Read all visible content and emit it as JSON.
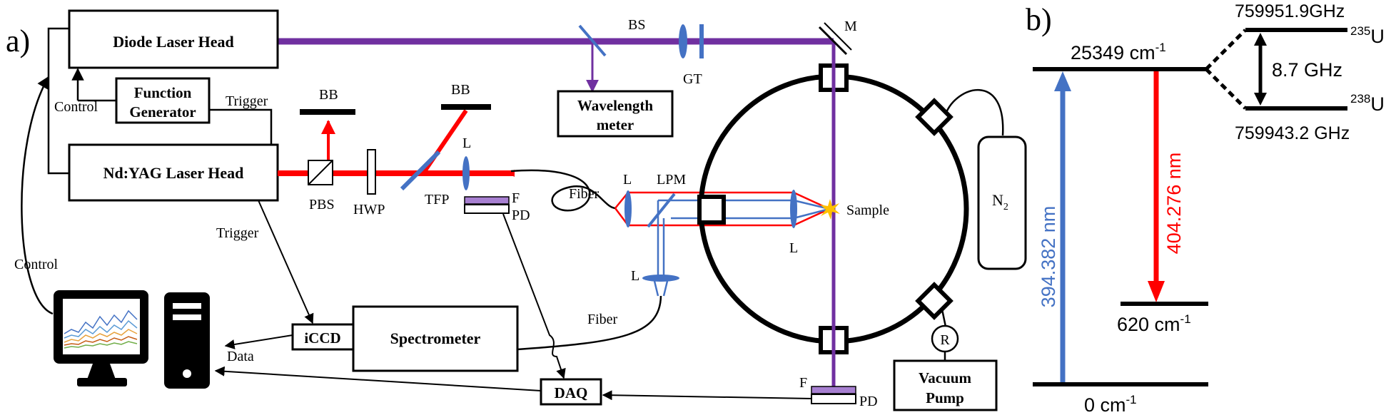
{
  "panel_a": {
    "label": "a)",
    "boxes": {
      "diode_laser": "Diode Laser Head",
      "function_generator_line1": "Function",
      "function_generator_line2": "Generator",
      "ndyag": "Nd:YAG Laser Head",
      "wavelength_meter_line1": "Wavelength",
      "wavelength_meter_line2": "meter",
      "iccd": "iCCD",
      "spectrometer": "Spectrometer",
      "daq": "DAQ",
      "vacuum_pump_line1": "Vacuum",
      "vacuum_pump_line2": "Pump",
      "n2": "N",
      "n2_sub": "2",
      "r": "R"
    },
    "labels": {
      "bs": "BS",
      "gt": "GT",
      "m": "M",
      "bb1": "BB",
      "bb2": "BB",
      "control_top": "Control",
      "trigger_top": "Trigger",
      "trigger_left": "Trigger",
      "control_left": "Control",
      "pbs": "PBS",
      "hwp": "HWP",
      "tfp": "TFP",
      "l_top": "L",
      "l_fiber": "L",
      "l_bottom": "L",
      "l_chamber": "L",
      "lpm": "LPM",
      "f_top": "F",
      "pd_top": "PD",
      "fiber_top": "Fiber",
      "fiber_bottom": "Fiber",
      "sample": "Sample",
      "data": "Data",
      "f_bottom": "F",
      "pd_bottom": "PD"
    },
    "colors": {
      "red_beam": "#ff0000",
      "purple_beam": "#7030a0",
      "blue_beam": "#4472c4",
      "optic_blue": "#4472c4",
      "filter_purple": "#a77fd1"
    }
  },
  "panel_b": {
    "label": "b)",
    "levels": {
      "upper": "25349 cm",
      "middle": "620 cm",
      "ground": "0 cm",
      "unit_exp": "-1"
    },
    "transitions": {
      "excitation": "394.382 nm",
      "emission": "404.276 nm"
    },
    "isotope_shift": {
      "u235_freq": "759951.9GHz",
      "u238_freq": "759943.2 GHz",
      "u235_mass": "235",
      "u238_mass": "238",
      "element": "U",
      "shift": "8.7 GHz"
    },
    "colors": {
      "excitation_arrow": "#4472c4",
      "emission_arrow": "#ff0000"
    }
  }
}
